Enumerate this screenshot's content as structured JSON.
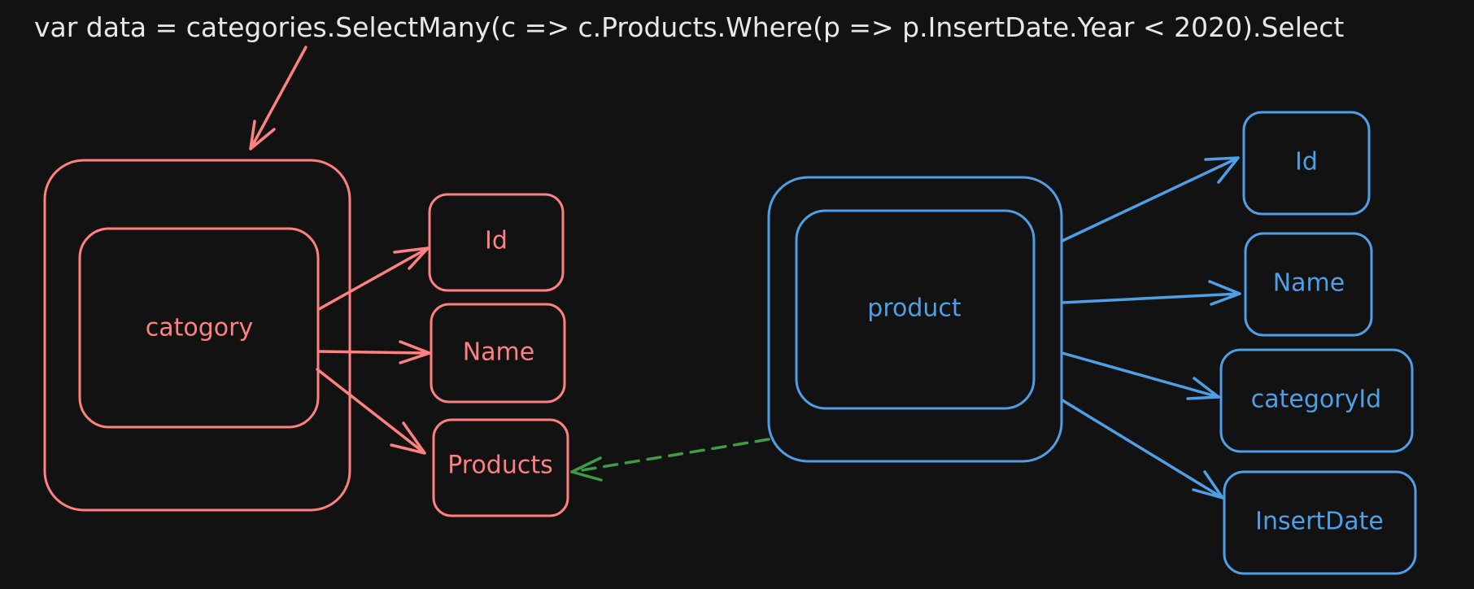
{
  "code": {
    "text": "var data = categories.SelectMany(c => c.Products.Where(p => p.InsertDate.Year < 2020).Select"
  },
  "category": {
    "label": "catogory",
    "fields": [
      "Id",
      "Name",
      "Products"
    ]
  },
  "product": {
    "label": "product",
    "fields": [
      "Id",
      "Name",
      "categoryId",
      "InsertDate"
    ]
  },
  "colors": {
    "background": "#121212",
    "category": "#ff8080",
    "product": "#4f9fe6",
    "relation": "#3e9b46",
    "code": "#e8e8e8"
  }
}
